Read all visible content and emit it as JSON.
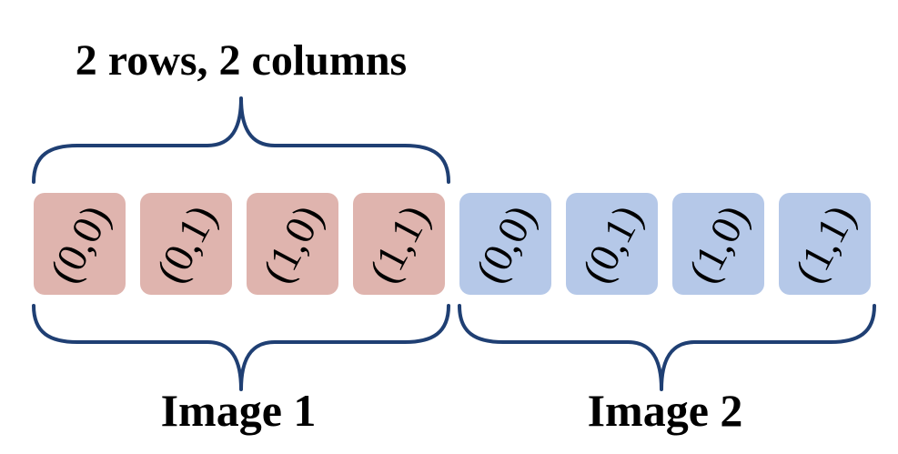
{
  "header": {
    "title": "2 rows, 2 columns"
  },
  "groups": [
    {
      "label": "Image 1",
      "tiles": [
        "(0,0)",
        "(0,1)",
        "(1,0)",
        "(1,1)"
      ]
    },
    {
      "label": "Image 2",
      "tiles": [
        "(0,0)",
        "(0,1)",
        "(1,0)",
        "(1,1)"
      ]
    }
  ],
  "colors": {
    "image1_tile": "#dfb4ae",
    "image2_tile": "#b5c8e8",
    "brace": "#1f3f73",
    "text": "#000000"
  }
}
